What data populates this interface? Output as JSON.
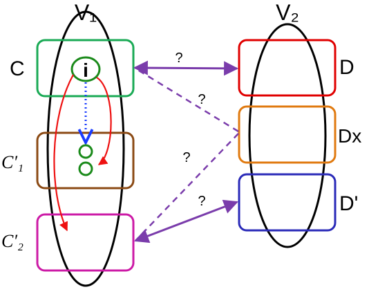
{
  "sets": {
    "v1": "V₁",
    "v2": "V₂"
  },
  "boxes": {
    "c": "C",
    "c1": "C′₁",
    "c2": "C′₂",
    "d": "D",
    "dx": "Dx",
    "dprime": "D'"
  },
  "node": "i",
  "question_mark": "?",
  "colors": {
    "ellipse": "#000000",
    "box_c": "#1aaa55",
    "box_c1": "#8b4a14",
    "box_c2": "#cc1aa6",
    "box_d": "#e00000",
    "box_dx": "#e07a10",
    "box_dprime": "#2a2ab8",
    "node": "#1a8a1a",
    "red_arrow": "#ee1111",
    "blue_arrow": "#1a3cff",
    "purple_arrow": "#7a3cab"
  }
}
